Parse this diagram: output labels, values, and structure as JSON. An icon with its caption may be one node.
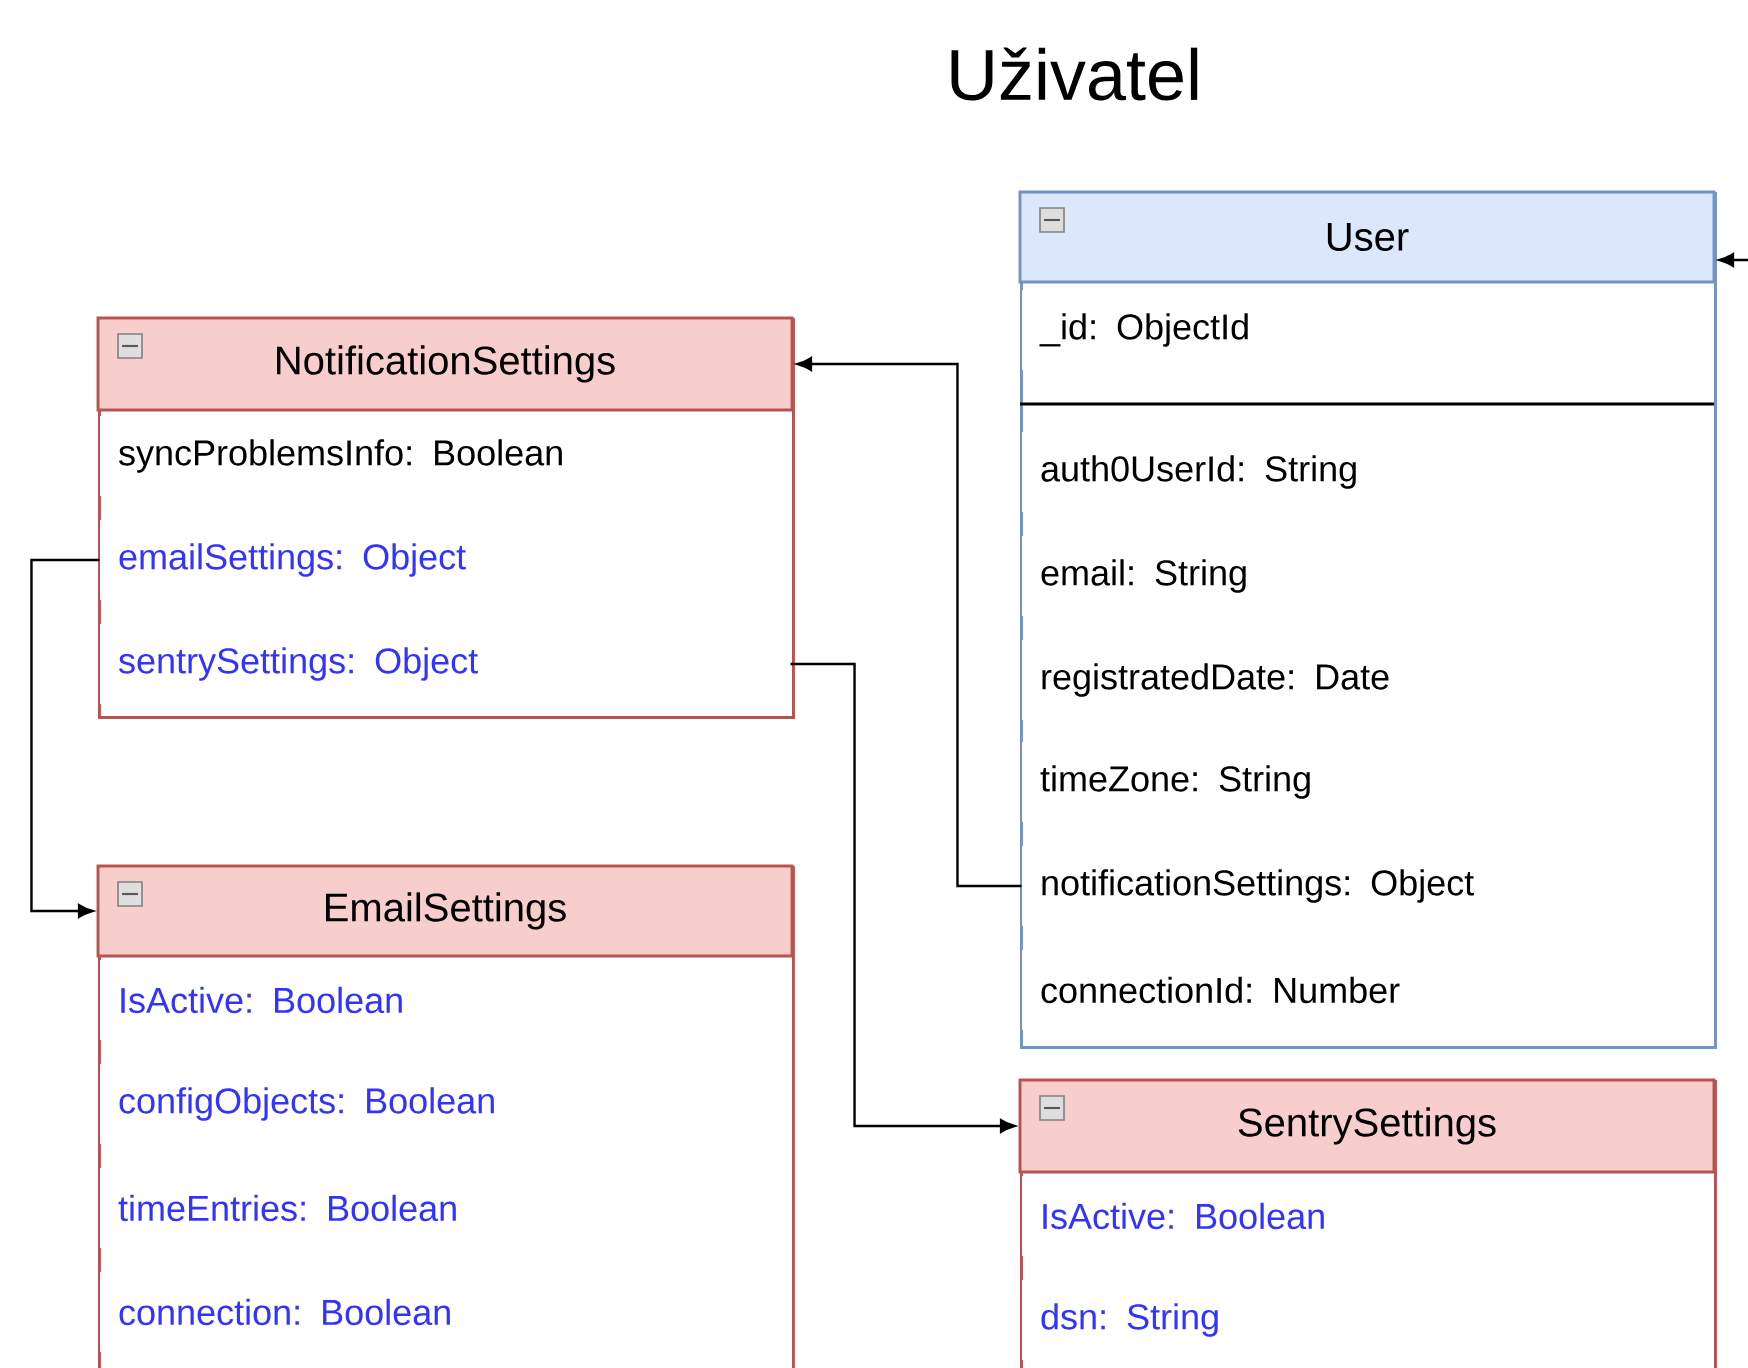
{
  "diagram": {
    "title": "Uživatel",
    "nodes": [
      {
        "text": [
          "User"
        ]
      },
      {
        "text": [
          "_id: ObjectId"
        ],
        "in": 0
      },
      {
        "text": [
          "auth0UserId: String"
        ],
        "in": 0
      },
      {
        "text": [
          "email: String"
        ],
        "in": 0
      },
      {
        "text": [
          "registratedDate: Date"
        ],
        "in": 0
      },
      {
        "text": [
          "timeZone: String"
        ],
        "in": 0
      },
      {
        "text": [
          "notificationSettings: Object"
        ],
        "in": 0
      },
      {
        "text": [
          "connectionId: Number"
        ],
        "in": 0
      },
      {
        "text": [
          "NotificationSettings"
        ]
      },
      {
        "text": [
          "syncProblemsInfo: Boolean"
        ],
        "in": 8
      },
      {
        "text": [
          "emailSettings: Object"
        ],
        "in": 8
      },
      {
        "text": [
          "sentrySettings: Object"
        ],
        "in": 8
      },
      {
        "text": [
          "EmailSettings"
        ]
      },
      {
        "text": [
          "IsActive: Boolean"
        ],
        "in": 12
      },
      {
        "text": [
          "configObjects: Boolean"
        ],
        "in": 12
      },
      {
        "text": [
          "timeEntries: Boolean"
        ],
        "in": 12
      },
      {
        "text": [
          "connection: Boolean"
        ],
        "in": 12
      },
      {
        "text": [
          "SentrySettings"
        ]
      },
      {
        "text": [
          "IsActive: Boolean"
        ],
        "in": 17
      },
      {
        "text": [
          "dsn: String"
        ],
        "in": 17
      }
    ],
    "edges": [
      {
        "from": null,
        "to": 0,
        "arrow": "to"
      },
      {
        "from": 6,
        "to": 8,
        "arrow": "to"
      },
      {
        "from": 10,
        "to": 12,
        "arrow": "to"
      },
      {
        "from": 11,
        "to": 17,
        "arrow": "to"
      }
    ]
  }
}
